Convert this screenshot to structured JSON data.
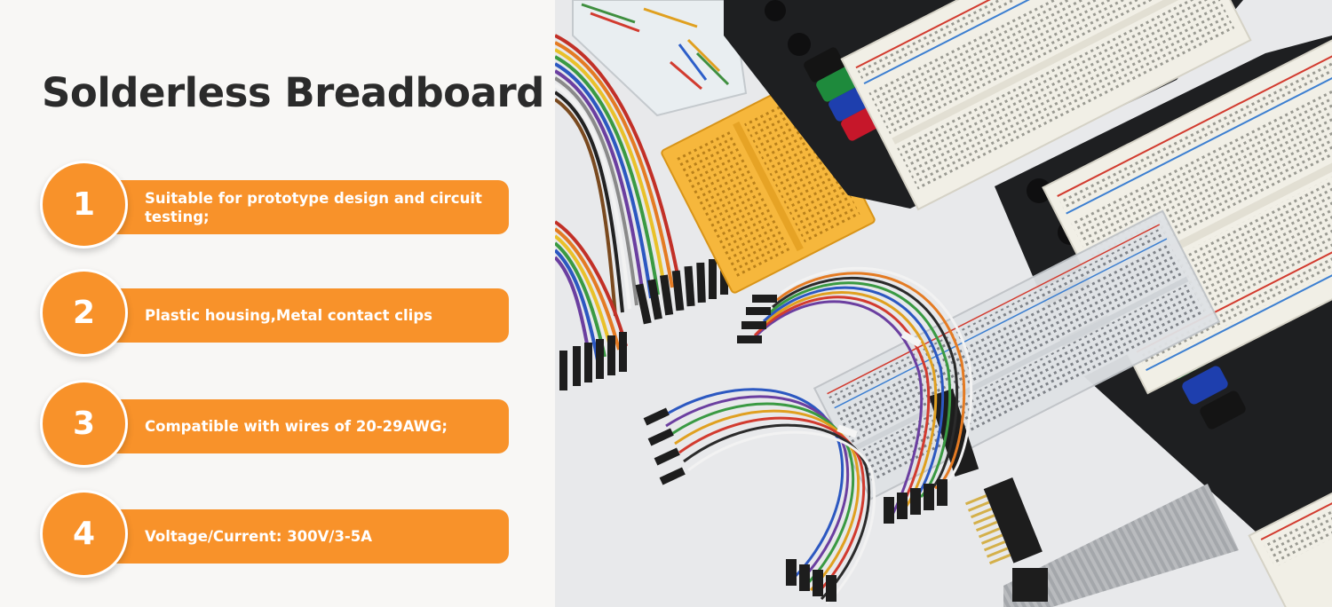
{
  "banner": {
    "title": "Solderless Breadboard",
    "features": [
      {
        "number": "1",
        "text": "Suitable for prototype design and circuit testing;"
      },
      {
        "number": "2",
        "text": "Plastic housing,Metal contact clips"
      },
      {
        "number": "3",
        "text": "Compatible with wires of 20-29AWG;"
      },
      {
        "number": "4",
        "text": "Voltage/Current: 300V/3-5A"
      }
    ],
    "accent_color": "#f8922a",
    "title_color": "#2b2b2b"
  },
  "photo": {
    "subject": "product-photo-breadboards-jumper-wires"
  }
}
